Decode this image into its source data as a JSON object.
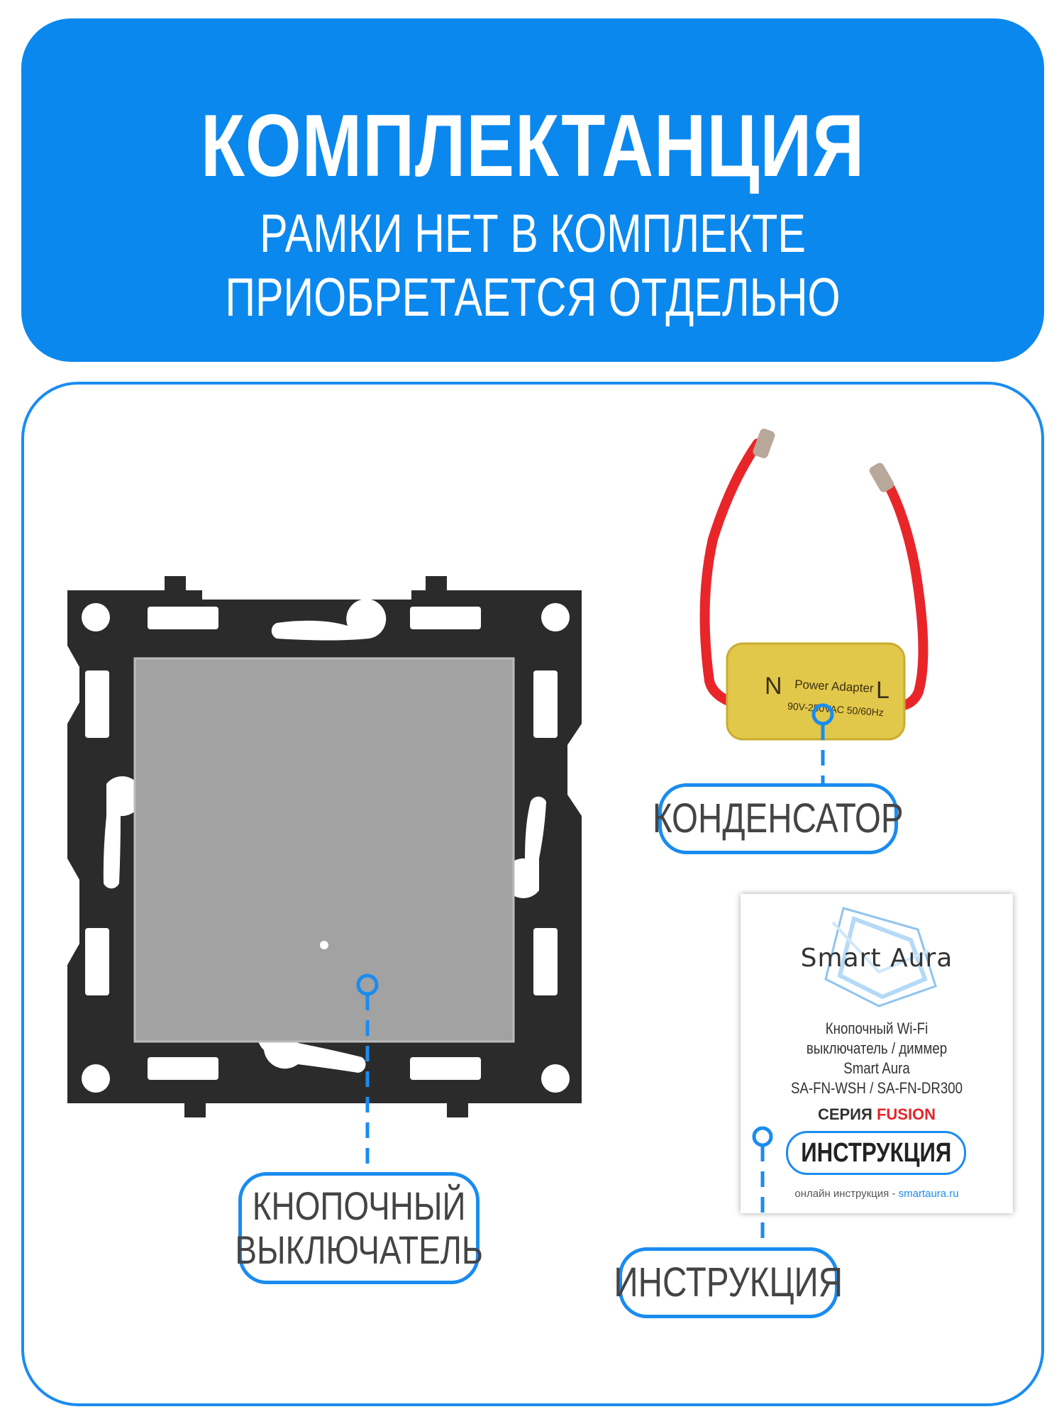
{
  "header": {
    "title": "КОМПЛЕКТАНЦИЯ",
    "subtitle_line1": "РАМКИ НЕТ В КОМПЛЕКТЕ",
    "subtitle_line2": "ПРИОБРЕТАЕТСЯ ОТДЕЛЬНО"
  },
  "items": {
    "switch": {
      "label_line1": "КНОПОЧНЫЙ",
      "label_line2": "ВЫКЛЮЧАТЕЛЬ"
    },
    "capacitor": {
      "label": "КОНДЕНСАТОР",
      "print_n": "N",
      "print_l": "L",
      "print_text": "Power Adapter",
      "print_spec": "90V-250VAC 50/60Hz"
    },
    "manual": {
      "label": "ИНСТРУКЦИЯ"
    }
  },
  "manual_card": {
    "brand": "Smart Aura",
    "desc_line1": "Кнопочный Wi-Fi",
    "desc_line2": "выключатель / диммер",
    "desc_line3": "Smart Aura",
    "desc_line4": "SA-FN-WSH / SA-FN-DR300",
    "series_label": "СЕРИЯ",
    "series_name": "FUSION",
    "badge": "ИНСТРУКЦИЯ",
    "online_text": "онлайн инструкция -",
    "online_link": "smartaura.ru"
  },
  "colors": {
    "accent": "#0a88ee",
    "outline": "#1a8cf0",
    "wire": "#e8262a",
    "capacitor_body": "#e2c84a",
    "switch_face": "#a2a2a2",
    "frame": "#2b2b2b",
    "series_accent": "#e3262b"
  }
}
